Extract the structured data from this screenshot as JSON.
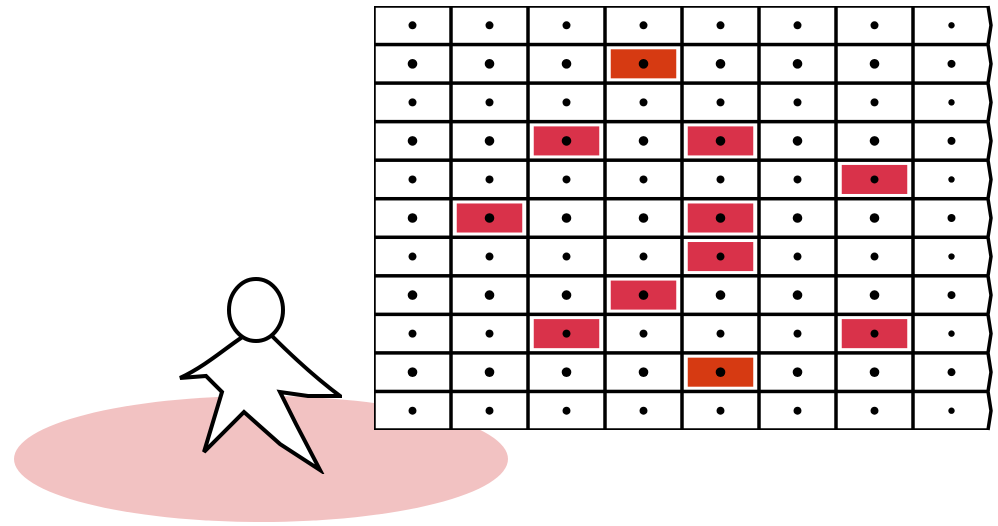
{
  "colors": {
    "background": "#ffffff",
    "shadow": "#f2c2c2",
    "grid_line": "#000000",
    "cell": "#ffffff",
    "highlight": "#d9324a",
    "highlight_orange": "#d63a12",
    "dot": "#000000",
    "figure_fill": "#ffffff",
    "figure_stroke": "#000000"
  },
  "grid": {
    "rows": 11,
    "cols": 8,
    "right_edge": "wavy",
    "highlighted_cells": [
      {
        "row": 1,
        "col": 3,
        "tone": "orange"
      },
      {
        "row": 3,
        "col": 2,
        "tone": "red"
      },
      {
        "row": 3,
        "col": 4,
        "tone": "red"
      },
      {
        "row": 4,
        "col": 6,
        "tone": "red"
      },
      {
        "row": 5,
        "col": 1,
        "tone": "red"
      },
      {
        "row": 5,
        "col": 4,
        "tone": "red"
      },
      {
        "row": 6,
        "col": 4,
        "tone": "red"
      },
      {
        "row": 7,
        "col": 3,
        "tone": "red"
      },
      {
        "row": 8,
        "col": 2,
        "tone": "red"
      },
      {
        "row": 8,
        "col": 6,
        "tone": "red"
      },
      {
        "row": 9,
        "col": 4,
        "tone": "orange"
      }
    ]
  },
  "figure": {
    "icon": "person-icon"
  },
  "shadow": {
    "icon": "floor-shadow-ellipse"
  }
}
